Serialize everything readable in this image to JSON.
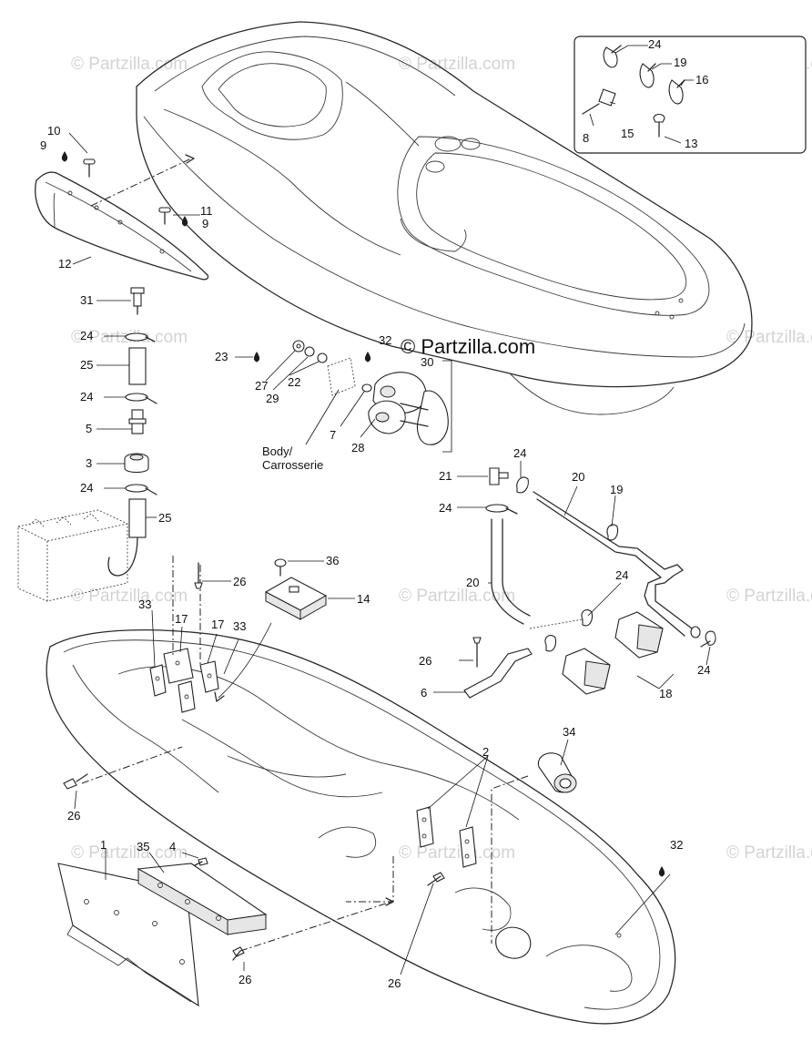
{
  "watermark": {
    "small_text": "© Partzilla.com",
    "main_text": "© Partzilla.com"
  },
  "body_label": {
    "line1": "Body/",
    "line2": "Carrosserie"
  },
  "callouts": {
    "c1": "1",
    "c2": "2",
    "c3": "3",
    "c4": "4",
    "c5": "5",
    "c6": "6",
    "c7": "7",
    "c8": "8",
    "c9a": "9",
    "c9b": "9",
    "c10": "10",
    "c11": "11",
    "c12": "12",
    "c13": "13",
    "c14": "14",
    "c15": "15",
    "c16": "16",
    "c17a": "17",
    "c17b": "17",
    "c18": "18",
    "c19a": "19",
    "c19b": "19",
    "c20a": "20",
    "c20b": "20",
    "c21": "21",
    "c22": "22",
    "c23": "23",
    "c24a": "24",
    "c24b": "24",
    "c24c": "24",
    "c24d": "24",
    "c24e": "24",
    "c24f": "24",
    "c24g": "24",
    "c24h": "24",
    "c25a": "25",
    "c25b": "25",
    "c26a": "26",
    "c26b": "26",
    "c26c": "26",
    "c26d": "26",
    "c26e": "26",
    "c27": "27",
    "c28": "28",
    "c29": "29",
    "c30": "30",
    "c31": "31",
    "c32a": "32",
    "c32b": "32",
    "c33a": "33",
    "c33b": "33",
    "c34": "34",
    "c35": "35",
    "c36": "36"
  }
}
